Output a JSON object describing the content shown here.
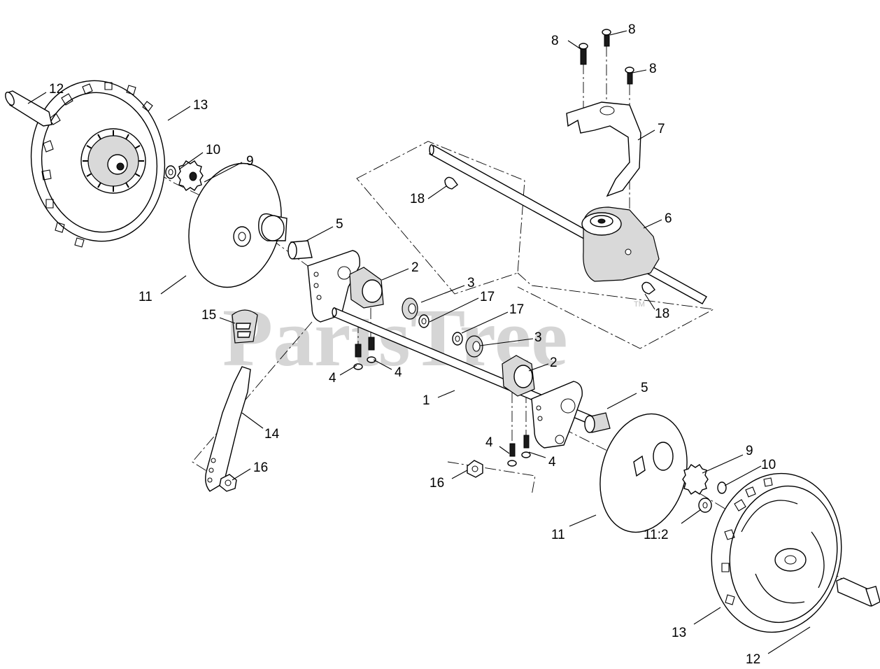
{
  "watermark": {
    "text": "PartsTree",
    "trademark": "TM"
  },
  "callouts": {
    "c1": "1",
    "c2a": "2",
    "c2b": "2",
    "c3a": "3",
    "c3b": "3",
    "c4a": "4",
    "c4b": "4",
    "c4c": "4",
    "c4d": "4",
    "c5a": "5",
    "c5b": "5",
    "c6": "6",
    "c7": "7",
    "c8a": "8",
    "c8b": "8",
    "c8c": "8",
    "c9a": "9",
    "c9b": "9",
    "c10a": "10",
    "c10b": "10",
    "c11a": "11",
    "c11b": "11",
    "c11c": "11:2",
    "c12a": "12",
    "c12b": "12",
    "c13a": "13",
    "c13b": "13",
    "c14": "14",
    "c15": "15",
    "c16a": "16",
    "c16b": "16",
    "c17a": "17",
    "c17b": "17",
    "c18a": "18",
    "c18b": "18"
  }
}
